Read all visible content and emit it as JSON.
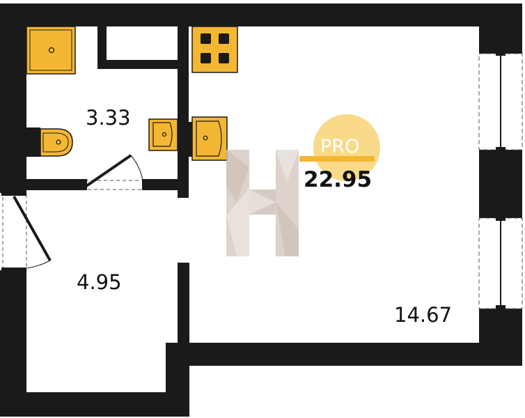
{
  "plan": {
    "rooms": [
      {
        "id": "bathroom",
        "area": "3.33"
      },
      {
        "id": "hallway",
        "area": "4.95"
      },
      {
        "id": "living-room",
        "area": "14.67"
      }
    ],
    "total_area": "22.95",
    "watermark_text": "PRO"
  },
  "colors": {
    "wall": "#1a1a1a",
    "fixture_fill": "#f4b733",
    "fixture_stroke": "#1a1a1a",
    "watermark_circle": "#f8d473",
    "watermark_bar": "#f4b733",
    "logo": "#d8ccc4",
    "window_dash": "#555555"
  },
  "icons": [
    "shower-icon",
    "toilet-icon",
    "sink-icon",
    "stove-icon",
    "kitchen-sink-icon",
    "door-icon",
    "window-icon",
    "logo-h-icon"
  ]
}
